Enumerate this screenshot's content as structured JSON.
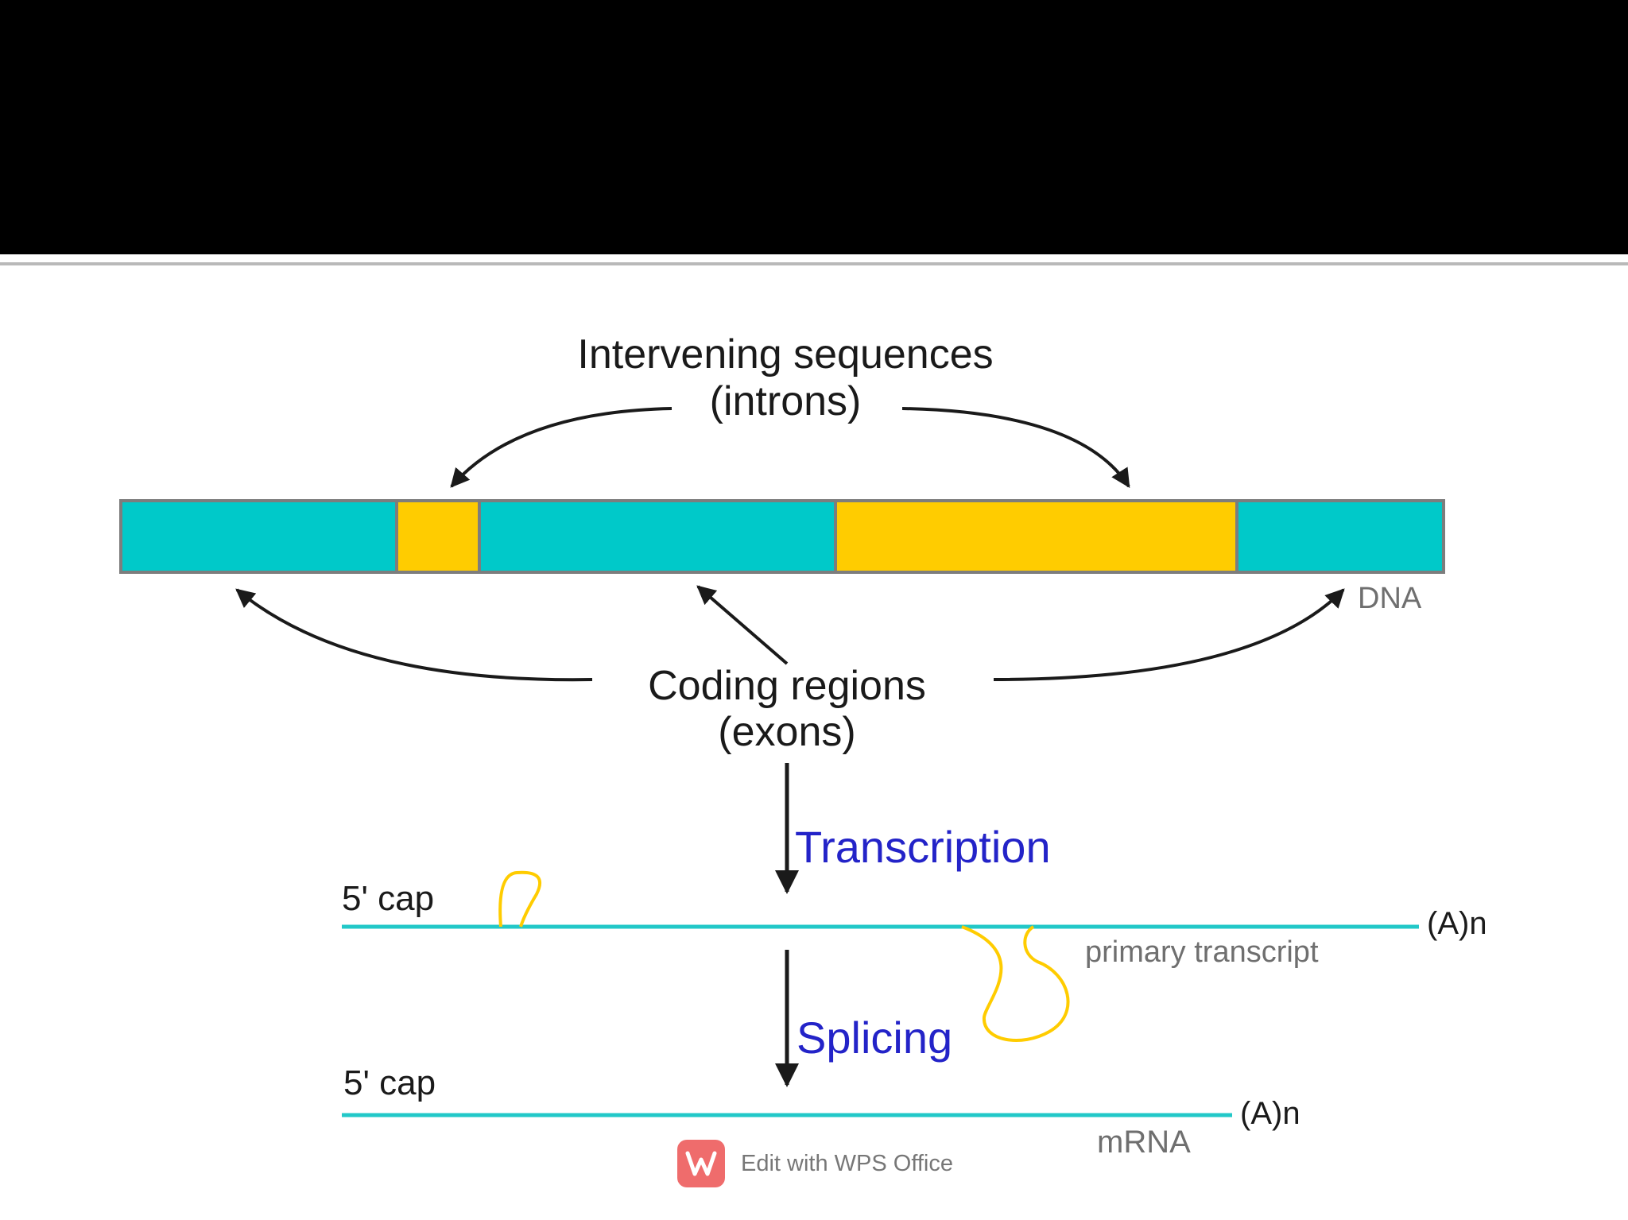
{
  "slide": {
    "colors": {
      "title_band": "#000000",
      "exon": "#00c9c9",
      "intron": "#ffcc00",
      "transcription_label": "#2323c8"
    }
  },
  "diagram": {
    "introns_label_line1": "Intervening sequences",
    "introns_label_line2": "(introns)",
    "exons_label_line1": "Coding regions",
    "exons_label_line2": "(exons)",
    "dna_label": "DNA",
    "segments": [
      {
        "kind": "exon",
        "color": "#00c9c9"
      },
      {
        "kind": "intron",
        "color": "#ffcc00"
      },
      {
        "kind": "exon",
        "color": "#00c9c9"
      },
      {
        "kind": "intron",
        "color": "#ffcc00"
      },
      {
        "kind": "exon",
        "color": "#00c9c9"
      }
    ],
    "transcription_label": "Transcription",
    "splicing_label": "Splicing",
    "primary_cap_label": "5' cap",
    "primary_tail_label": "(A)n",
    "primary_transcript_label": "primary transcript",
    "mrna_cap_label": "5' cap",
    "mrna_tail_label": "(A)n",
    "mrna_label": "mRNA"
  },
  "watermark": {
    "text": "Edit with WPS Office",
    "icon": "wps-logo-icon"
  }
}
